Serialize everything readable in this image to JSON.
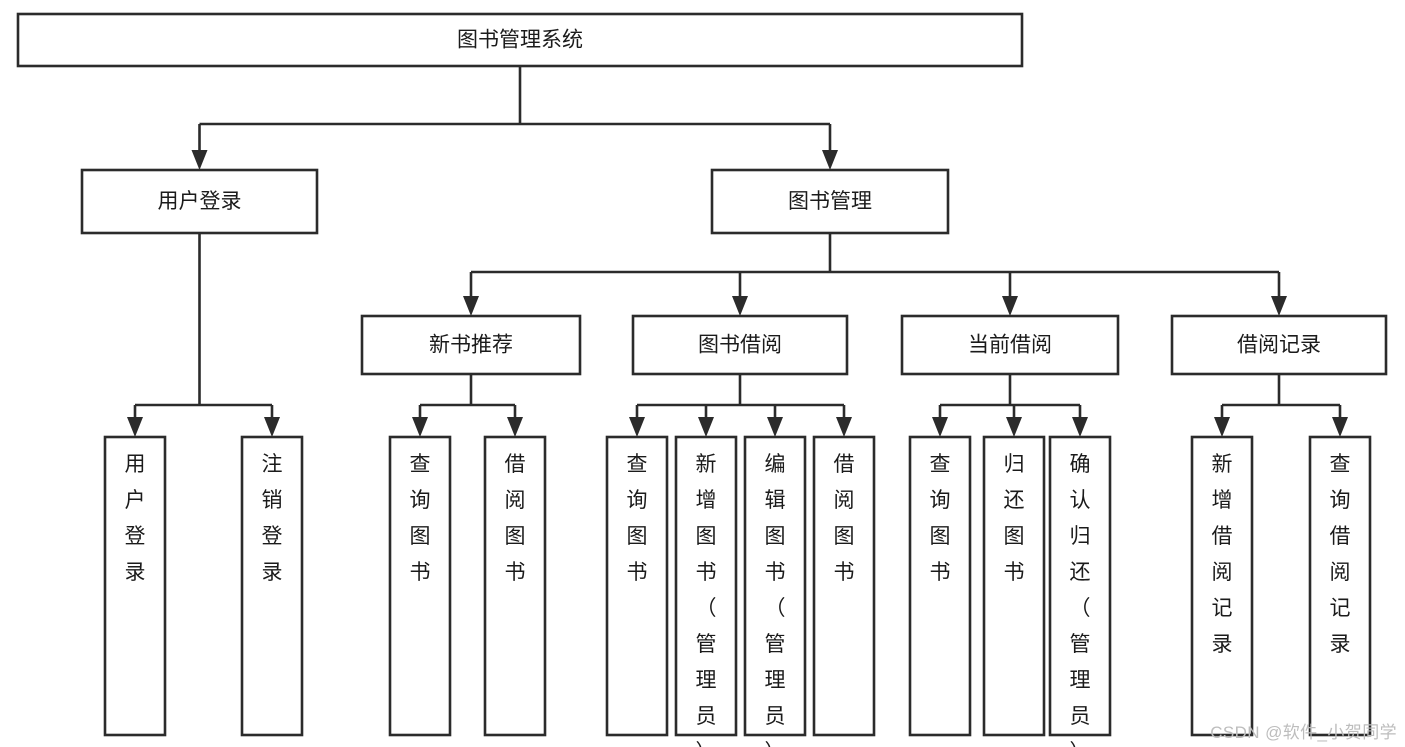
{
  "diagram": {
    "type": "tree",
    "title": "图书管理系统",
    "orientation": "top-down",
    "colors": {
      "box_stroke": "#2b2b2b",
      "box_fill": "#ffffff",
      "connector": "#2b2b2b",
      "text": "#1b1b1b",
      "watermark": "#bdbdbd",
      "background": "#ffffff"
    },
    "nodes": {
      "root": {
        "label": "图书管理系统",
        "level": 1,
        "text_orientation": "horizontal"
      },
      "l2": [
        {
          "id": "user-login",
          "label": "用户登录",
          "level": 2,
          "text_orientation": "horizontal"
        },
        {
          "id": "book-manage",
          "label": "图书管理",
          "level": 2,
          "text_orientation": "horizontal"
        }
      ],
      "l3": [
        {
          "id": "new-book-rec",
          "label": "新书推荐",
          "level": 3,
          "text_orientation": "horizontal"
        },
        {
          "id": "book-borrow",
          "label": "图书借阅",
          "level": 3,
          "text_orientation": "horizontal"
        },
        {
          "id": "current-borrow",
          "label": "当前借阅",
          "level": 3,
          "text_orientation": "horizontal"
        },
        {
          "id": "borrow-record",
          "label": "借阅记录",
          "level": 3,
          "text_orientation": "horizontal"
        }
      ],
      "leaves": [
        {
          "id": "leaf-user-login",
          "label": "用户登录",
          "parent": "user-login",
          "text_orientation": "vertical"
        },
        {
          "id": "leaf-user-logout",
          "label": "注销登录",
          "parent": "user-login",
          "text_orientation": "vertical"
        },
        {
          "id": "leaf-query-book-1",
          "label": "查询图书",
          "parent": "new-book-rec",
          "text_orientation": "vertical"
        },
        {
          "id": "leaf-borrow-book-1",
          "label": "借阅图书",
          "parent": "new-book-rec",
          "text_orientation": "vertical"
        },
        {
          "id": "leaf-query-book-2",
          "label": "查询图书",
          "parent": "book-borrow",
          "text_orientation": "vertical"
        },
        {
          "id": "leaf-add-book",
          "label": "新增图书（管理员）",
          "parent": "book-borrow",
          "text_orientation": "vertical"
        },
        {
          "id": "leaf-edit-book",
          "label": "编辑图书（管理员）",
          "parent": "book-borrow",
          "text_orientation": "vertical"
        },
        {
          "id": "leaf-borrow-book-2",
          "label": "借阅图书",
          "parent": "book-borrow",
          "text_orientation": "vertical"
        },
        {
          "id": "leaf-query-book-3",
          "label": "查询图书",
          "parent": "current-borrow",
          "text_orientation": "vertical"
        },
        {
          "id": "leaf-return-book",
          "label": "归还图书",
          "parent": "current-borrow",
          "text_orientation": "vertical"
        },
        {
          "id": "leaf-confirm-return",
          "label": "确认归还（管理员）",
          "parent": "current-borrow",
          "text_orientation": "vertical"
        },
        {
          "id": "leaf-add-record",
          "label": "新增借阅记录",
          "parent": "borrow-record",
          "text_orientation": "vertical"
        },
        {
          "id": "leaf-query-record",
          "label": "查询借阅记录",
          "parent": "borrow-record",
          "text_orientation": "vertical"
        }
      ]
    }
  },
  "watermark": {
    "text": "CSDN @软件_小贺同学"
  }
}
